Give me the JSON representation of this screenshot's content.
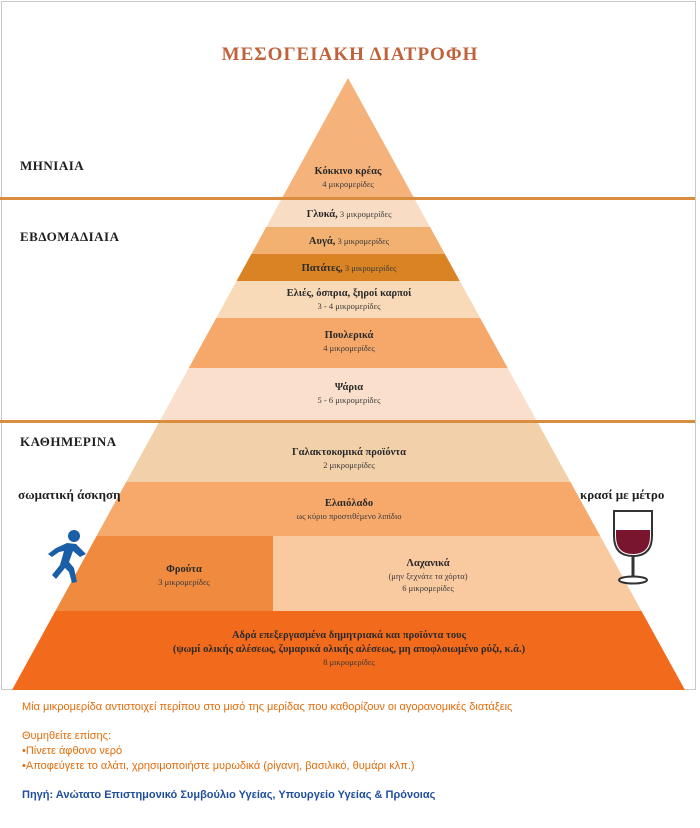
{
  "title": "ΜΕΣΟΓΕΙΑΚΗ ΔΙΑΤΡΟΦΗ",
  "frequencies": {
    "monthly": "ΜΗΝΙΑΙΑ",
    "weekly": "ΕΒΔΟΜΑΔΙΑΙΑ",
    "daily": "ΚΑΘΗΜΕΡΙΝΑ"
  },
  "side": {
    "exercise": "σωματική άσκηση",
    "wine": "κρασί με μέτρο"
  },
  "pyramid": [
    {
      "name": "red-meat",
      "label": "Κόκκινο κρέας",
      "sub": "4 μικρομερίδες",
      "color": "#f5b27a"
    },
    {
      "name": "sweets",
      "label": "Γλυκά,",
      "sub": "3 μικρομερίδες",
      "color": "#f8dcc3"
    },
    {
      "name": "eggs",
      "label": "Αυγά,",
      "sub": "3 μικρομερίδες",
      "color": "#f2b071"
    },
    {
      "name": "potatoes",
      "label": "Πατάτες,",
      "sub": "3 μικρομερίδες",
      "color": "#d98324"
    },
    {
      "name": "olives-legumes-nuts",
      "label": "Ελιές, όσπρια, ξηροί καρποί",
      "sub": "3 - 4 μικρομερίδες",
      "color": "#f8d9b8"
    },
    {
      "name": "poultry",
      "label": "Πουλερικά",
      "sub": "4 μικρομερίδες",
      "color": "#f6a86a"
    },
    {
      "name": "fish",
      "label": "Ψάρια",
      "sub": "5 - 6 μικρομερίδες",
      "color": "#fae0cc"
    },
    {
      "name": "dairy",
      "label": "Γαλακτοκομικά προϊόντα",
      "sub": "2 μικρομερίδες",
      "color": "#f1d0aa"
    },
    {
      "name": "olive-oil",
      "label": "Ελαιόλαδο",
      "sub": "ως κύριο προστιθέμενο λιπίδιο",
      "color": "#f7a96c"
    },
    {
      "name": "fruits",
      "label": "Φρούτα",
      "sub": "3 μικρομερίδες",
      "color": "#f08a3f"
    },
    {
      "name": "vegetables",
      "label": "Λαχανικά",
      "sub": "(μην ξεχνάτε τα χόρτα)",
      "sub2": "6 μικρομερίδες",
      "color": "#f9c9a0"
    },
    {
      "name": "grains",
      "label": "Αδρά επεξεργασμένα δημητριακά και προϊόντα τους",
      "label2": "(ψωμί ολικής αλέσεως, ζυμαρικά ολικής αλέσεως, μη αποφλοιωμένο ρύζι, κ.ά.)",
      "sub": "8 μικρομερίδες",
      "color": "#f26a1b"
    }
  ],
  "footer": {
    "note": "Μία μικρομερίδα αντιστοιχεί περίπου στο μισό της μερίδας που καθορίζουν οι αγορανομικές διατάξεις",
    "reminder_head": "Θυμηθείτε επίσης:",
    "reminder_items": [
      "•Πίνετε άφθονο νερό",
      "•Αποφεύγετε το αλάτι, χρησιμοποιήστε μυρωδικά (ρίγανη, βασιλικό, θυμάρι κλπ.)"
    ],
    "source": "Πηγή: Ανώτατο Επιστημονικό Συμβούλιο Υγείας, Υπουργείο Υγείας & Πρόνοιας"
  }
}
